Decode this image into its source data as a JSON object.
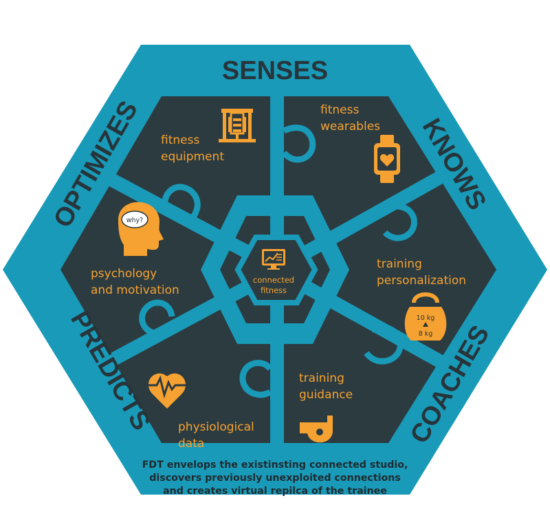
{
  "colors": {
    "outer": "#199ab8",
    "inner": "#2c3b40",
    "accent": "#f6a232",
    "label_dark": "#27353b"
  },
  "sides": {
    "top": "SENSES",
    "upper_right": "KNOWS",
    "lower_right": "COACHES",
    "lower_left": "PREDICTS",
    "upper_left": "OPTIMIZES"
  },
  "sectors": {
    "fitness_equipment": [
      "fitness",
      "equipment"
    ],
    "fitness_wearables": [
      "fitness",
      "wearables"
    ],
    "training_personalization": [
      "training",
      "personalization"
    ],
    "training_guidance": [
      "training",
      "guidance"
    ],
    "physiological_data": [
      "physiological",
      "data"
    ],
    "psychology_motivation": [
      "psychology",
      "and motivation"
    ]
  },
  "center": {
    "label_line1": "connected",
    "label_line2": "fitness"
  },
  "icons": {
    "kettlebell_top": "10 kg",
    "kettlebell_bottom": "8 kg",
    "head_bubble": "why?",
    "names": [
      "gym-machine-icon",
      "smartwatch-heart-icon",
      "kettlebell-icon",
      "whistle-icon",
      "heart-pulse-icon",
      "head-question-icon",
      "monitor-chart-icon"
    ]
  },
  "caption": {
    "line1": "FDT envelops the existinsting connected studio,",
    "line2": "discovers previously unexploited connections",
    "line3": "and creates virtual repilca of the trainee"
  }
}
